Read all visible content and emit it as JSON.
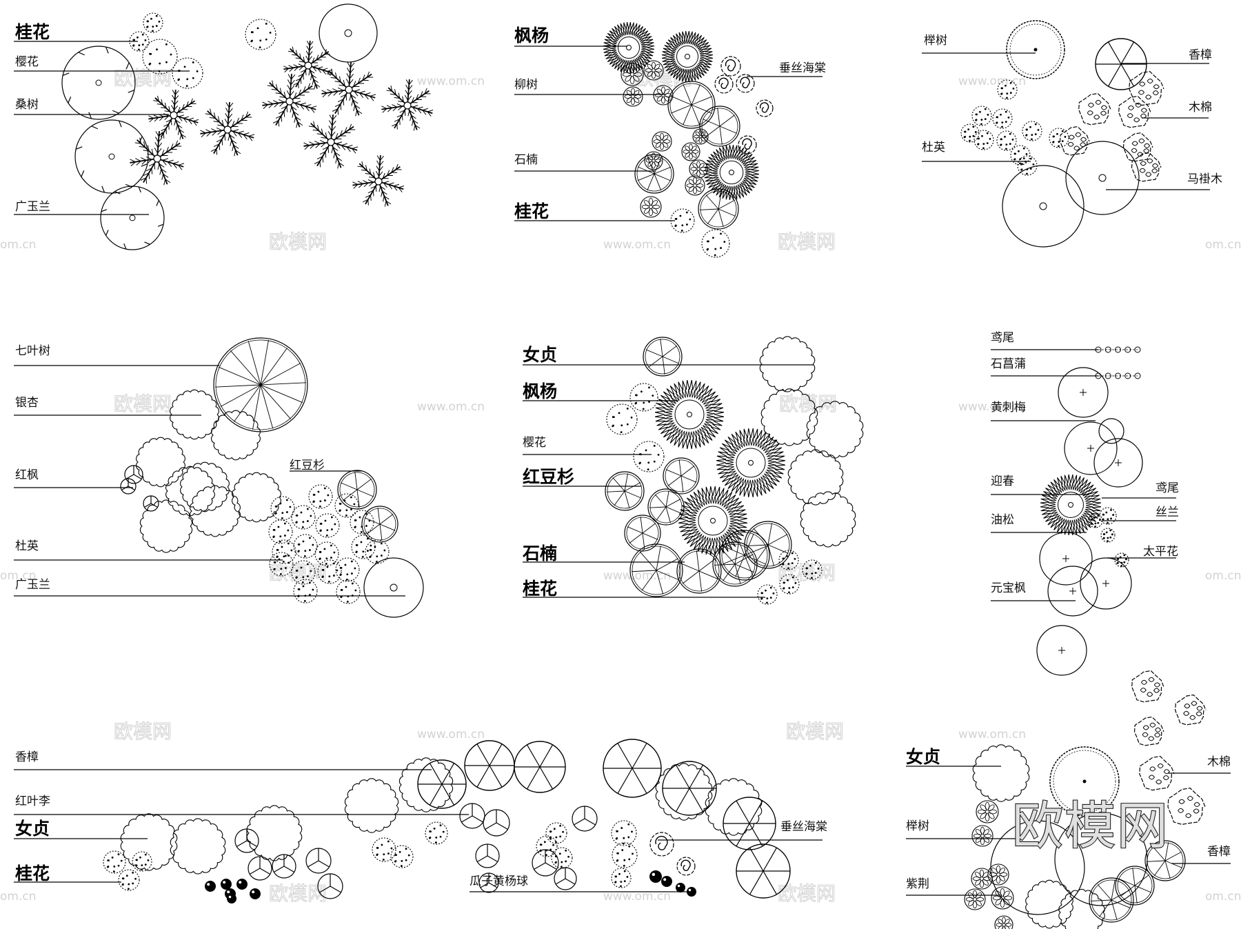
{
  "watermark": {
    "brand_text": "欧模网",
    "site_text": "www.om.cn",
    "site_text_partial": "om.cn"
  },
  "panels": [
    {
      "id": "p1",
      "labels": [
        {
          "text": "桂花",
          "style": "lg"
        },
        {
          "text": "樱花",
          "style": "sm"
        },
        {
          "text": "桑树",
          "style": "sm"
        },
        {
          "text": "广玉兰",
          "style": "sm"
        }
      ]
    },
    {
      "id": "p2",
      "labels": [
        {
          "text": "枫杨",
          "style": "lg"
        },
        {
          "text": "柳树",
          "style": "sm"
        },
        {
          "text": "垂丝海棠",
          "style": "sm"
        },
        {
          "text": "石楠",
          "style": "sm"
        },
        {
          "text": "桂花",
          "style": "lg"
        }
      ]
    },
    {
      "id": "p3",
      "labels": [
        {
          "text": "榉树",
          "style": "sm"
        },
        {
          "text": "香樟",
          "style": "sm"
        },
        {
          "text": "木棉",
          "style": "sm"
        },
        {
          "text": "杜英",
          "style": "sm"
        },
        {
          "text": "马褂木",
          "style": "sm"
        }
      ]
    },
    {
      "id": "p4",
      "labels": [
        {
          "text": "七叶树",
          "style": "sm"
        },
        {
          "text": "银杏",
          "style": "sm"
        },
        {
          "text": "红枫",
          "style": "sm"
        },
        {
          "text": "红豆杉",
          "style": "sm"
        },
        {
          "text": "杜英",
          "style": "sm"
        },
        {
          "text": "广玉兰",
          "style": "sm"
        }
      ]
    },
    {
      "id": "p5",
      "labels": [
        {
          "text": "女贞",
          "style": "lg"
        },
        {
          "text": "枫杨",
          "style": "lg"
        },
        {
          "text": "樱花",
          "style": "sm"
        },
        {
          "text": "红豆杉",
          "style": "lg"
        },
        {
          "text": "石楠",
          "style": "lg"
        },
        {
          "text": "桂花",
          "style": "lg"
        }
      ]
    },
    {
      "id": "p6",
      "labels": [
        {
          "text": "鸢尾",
          "style": "sm"
        },
        {
          "text": "石菖蒲",
          "style": "sm"
        },
        {
          "text": "黄刺梅",
          "style": "sm"
        },
        {
          "text": "迎春",
          "style": "sm"
        },
        {
          "text": "鸢尾",
          "style": "sm"
        },
        {
          "text": "油松",
          "style": "sm"
        },
        {
          "text": "丝兰",
          "style": "sm"
        },
        {
          "text": "太平花",
          "style": "sm"
        },
        {
          "text": "元宝枫",
          "style": "sm"
        }
      ]
    },
    {
      "id": "p7",
      "labels": [
        {
          "text": "香樟",
          "style": "sm"
        },
        {
          "text": "红叶李",
          "style": "sm"
        },
        {
          "text": "女贞",
          "style": "lg"
        },
        {
          "text": "垂丝海棠",
          "style": "sm"
        },
        {
          "text": "桂花",
          "style": "lg"
        },
        {
          "text": "瓜子黄杨球",
          "style": "sm"
        }
      ]
    },
    {
      "id": "p8",
      "labels": [
        {
          "text": "女贞",
          "style": "lg"
        },
        {
          "text": "木棉",
          "style": "sm"
        },
        {
          "text": "榉树",
          "style": "sm"
        },
        {
          "text": "香樟",
          "style": "sm"
        },
        {
          "text": "紫荆",
          "style": "sm"
        }
      ]
    }
  ],
  "colors": {
    "ink": "#000000",
    "watermark": "#d2d2d2",
    "background": "#ffffff"
  }
}
